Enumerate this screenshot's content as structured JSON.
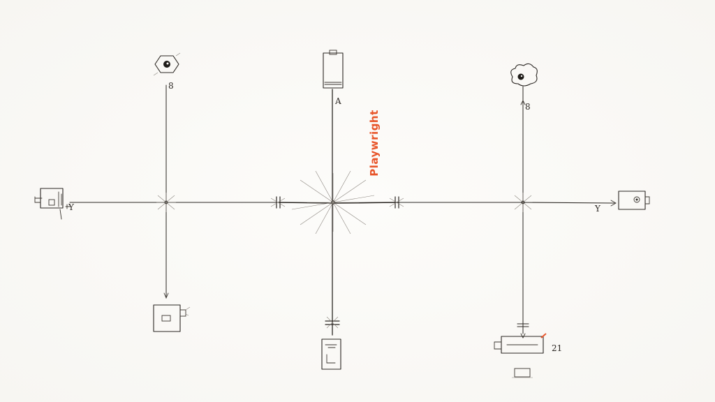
{
  "diagram": {
    "title": "Playwright",
    "accent_color": "#e8552a",
    "labels": {
      "top_left": "8",
      "top_center": "A",
      "top_right": "8",
      "left": "Y",
      "right": "Y",
      "bottom_right": "21"
    },
    "nodes": [
      {
        "name": "browser-eye-icon",
        "position": "top-left"
      },
      {
        "name": "device-panel-icon",
        "position": "top-center"
      },
      {
        "name": "cloud-camera-icon",
        "position": "top-right"
      },
      {
        "name": "terminal-box-icon",
        "position": "left"
      },
      {
        "name": "target-box-icon",
        "position": "right"
      },
      {
        "name": "server-box-icon",
        "position": "bottom-left"
      },
      {
        "name": "file-box-icon",
        "position": "bottom-center"
      },
      {
        "name": "printer-box-icon",
        "position": "bottom-right"
      }
    ]
  }
}
